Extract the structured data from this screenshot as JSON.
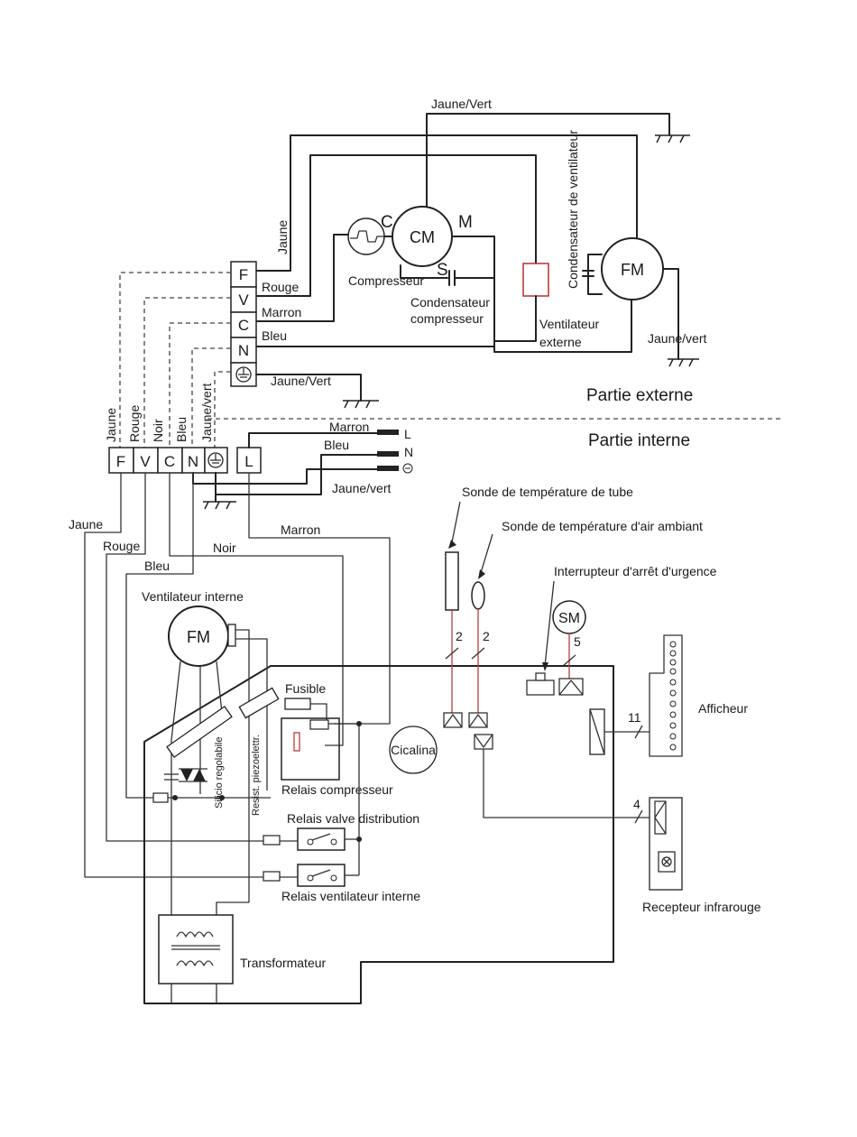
{
  "outdoor": {
    "terminals": [
      "F",
      "V",
      "C",
      "N"
    ],
    "labels": {
      "jaune": "Jaune",
      "rouge": "Rouge",
      "marron": "Marron",
      "bleu": "Bleu",
      "jaune_vert_top": "Jaune/Vert",
      "jaune_vert_ground": "Jaune/Vert",
      "jaune_vert_fan": "Jaune/vert",
      "compressor": "CM",
      "comp_c": "C",
      "comp_m": "M",
      "comp_s": "S",
      "compresseur": "Compresseur",
      "condensateur_compresseur_1": "Condensateur",
      "condensateur_compresseur_2": "compresseur",
      "fan_motor": "FM",
      "condensateur_ventilateur": "Condensateur de ventilateur",
      "ventilateur_externe_1": "Ventilateur",
      "ventilateur_externe_2": "externe"
    },
    "section_title": "Partie externe"
  },
  "indoor": {
    "section_title": "Partie interne",
    "terminals": [
      "F",
      "V",
      "C",
      "N",
      "L"
    ],
    "vertical_labels": [
      "Jaune",
      "Rouge",
      "Noir",
      "Bleu",
      "Jaune/vert"
    ],
    "supply": {
      "marron": "Marron",
      "bleu": "Bleu",
      "jaune_vert": "Jaune/vert",
      "L": "L",
      "N": "N"
    },
    "wire_labels": {
      "jaune": "Jaune",
      "rouge": "Rouge",
      "bleu": "Bleu",
      "noir": "Noir",
      "marron": "Marron"
    },
    "ventilateur_interne": "Ventilateur interne",
    "fan_motor": "FM",
    "fusible": "Fusible",
    "relais_compresseur": "Relais compresseur",
    "relais_valve": "Relais valve distribution",
    "relais_ventilateur": "Relais ventilateur interne",
    "transformateur": "Transformateur",
    "silicio": "Silicio regolabile",
    "resist": "Resist. piezoelettr.",
    "cicalina": "Cicalina",
    "sonde_tube": "Sonde de température de tube",
    "sonde_air": "Sonde de température d'air ambiant",
    "interrupteur": "Interrupteur d'arrêt d'urgence",
    "swing_motor": "SM",
    "afficheur": "Afficheur",
    "recepteur": "Recepteur infrarouge",
    "wire_counts": [
      "2",
      "2",
      "5",
      "11",
      "4"
    ]
  }
}
